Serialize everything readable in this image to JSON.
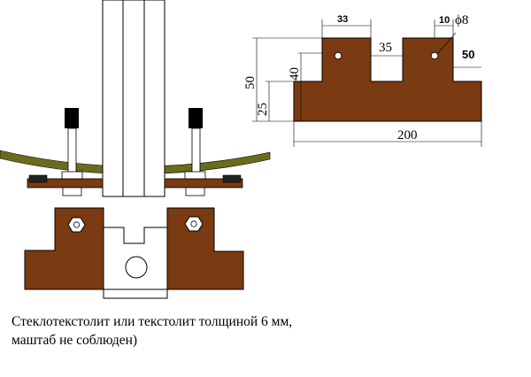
{
  "palette": {
    "textolite": "#7a3a12",
    "rod_green": "#6b6b1e",
    "outline": "#000000",
    "background": "#ffffff"
  },
  "dimensions": {
    "tooth_width": "33",
    "gap_width": "35",
    "hole_dia_offset": "10",
    "hole_diameter": "ϕ8",
    "end_width": "50",
    "total_height": "50",
    "tooth_height": "40",
    "base_height": "25",
    "total_width": "200"
  },
  "caption": {
    "line1": "Стеклотекстолит или текстолит толщиной 6 мм,",
    "line2": "маштаб не соблюден)"
  }
}
